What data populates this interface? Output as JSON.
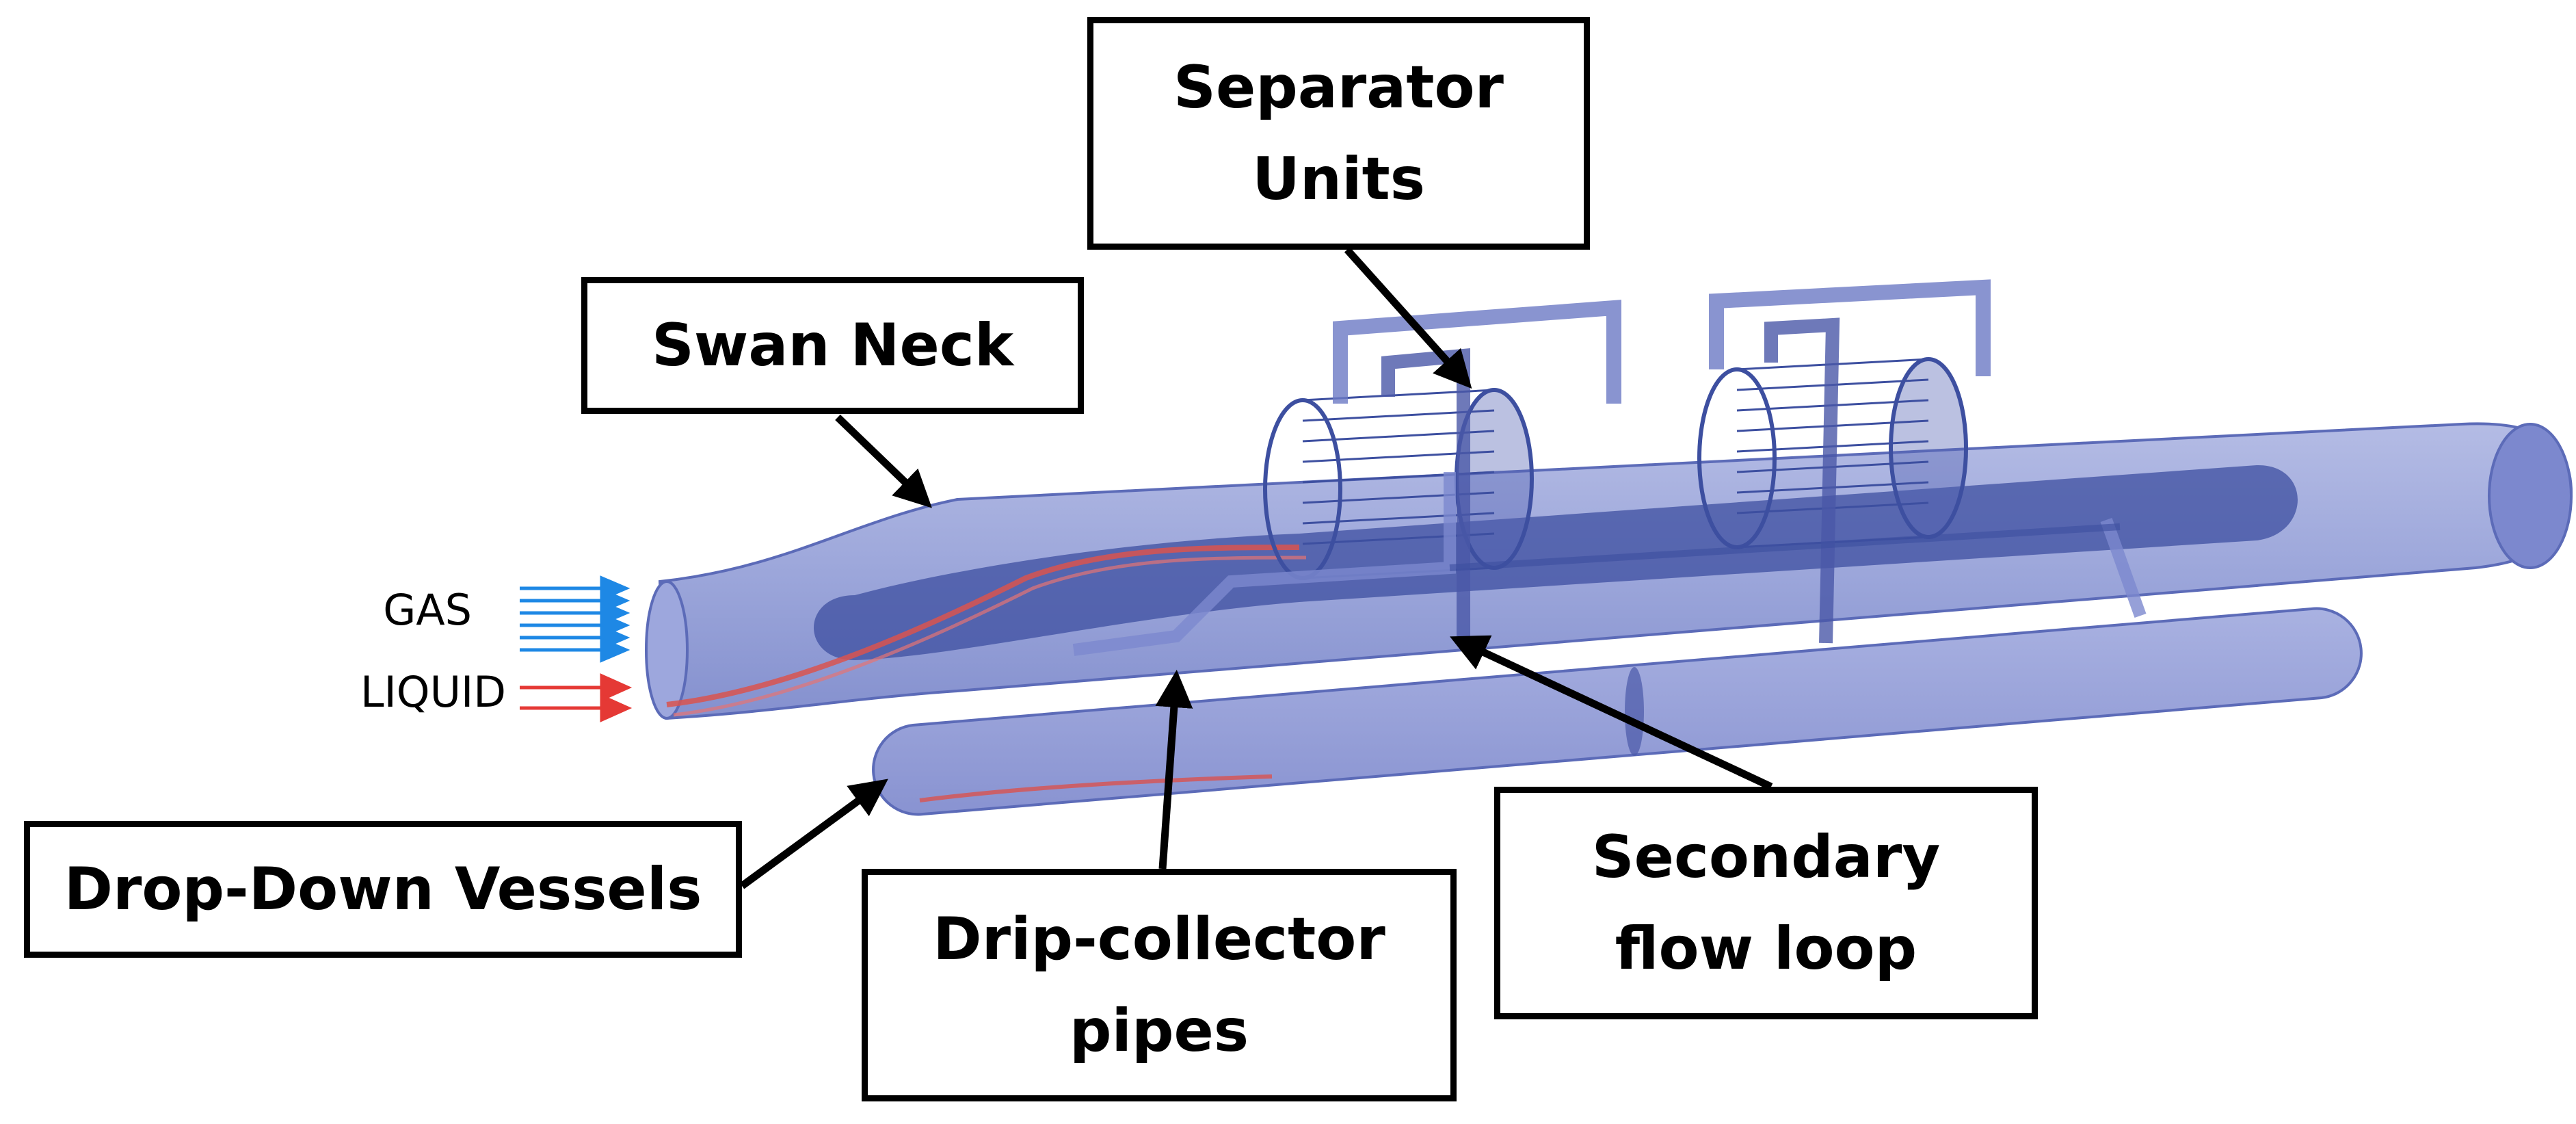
{
  "labels": {
    "separator_units": "Separator\nUnits",
    "swan_neck": "Swan Neck",
    "drop_down_vessels": "Drop-Down Vessels",
    "drip_collector_pipes": "Drip-collector\npipes",
    "secondary_flow_loop": "Secondary\nflow loop"
  },
  "inflow": {
    "gas": "GAS",
    "liquid": "LIQUID"
  },
  "colors": {
    "pipe_fill": "#8B97D4",
    "pipe_edge": "#5C6BB8",
    "gas_arrows": "#1E88E5",
    "liquid_arrows": "#E53935",
    "liquid_film": "#D9534F",
    "core_flow": "#3D4FA0"
  }
}
